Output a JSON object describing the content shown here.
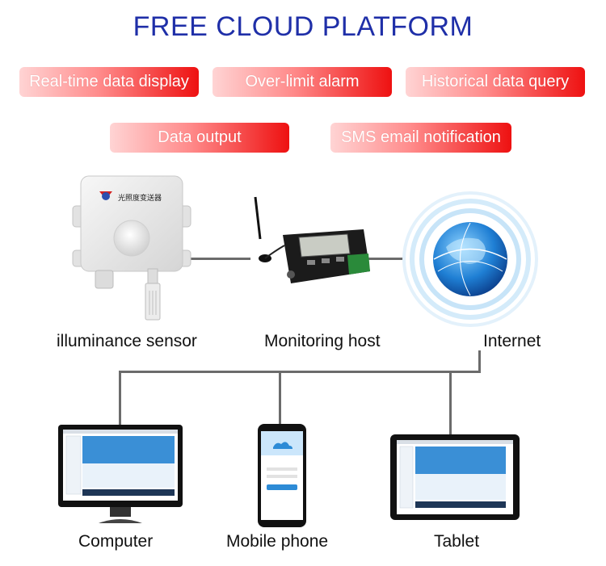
{
  "title": "FREE CLOUD PLATFORM",
  "features": [
    "Real-time data display",
    "Over-limit alarm",
    "Historical data query",
    "Data output",
    "SMS email notification"
  ],
  "devices": {
    "sensor": "illuminance sensor",
    "host": "Monitoring host",
    "internet": "Internet"
  },
  "terminals": {
    "computer": "Computer",
    "phone": "Mobile phone",
    "tablet": "Tablet"
  },
  "sensor_face_text": "光照度变送器",
  "colors": {
    "title": "#1f2fa8",
    "pill_end": "#ee1111",
    "line": "#6b6b6b"
  }
}
